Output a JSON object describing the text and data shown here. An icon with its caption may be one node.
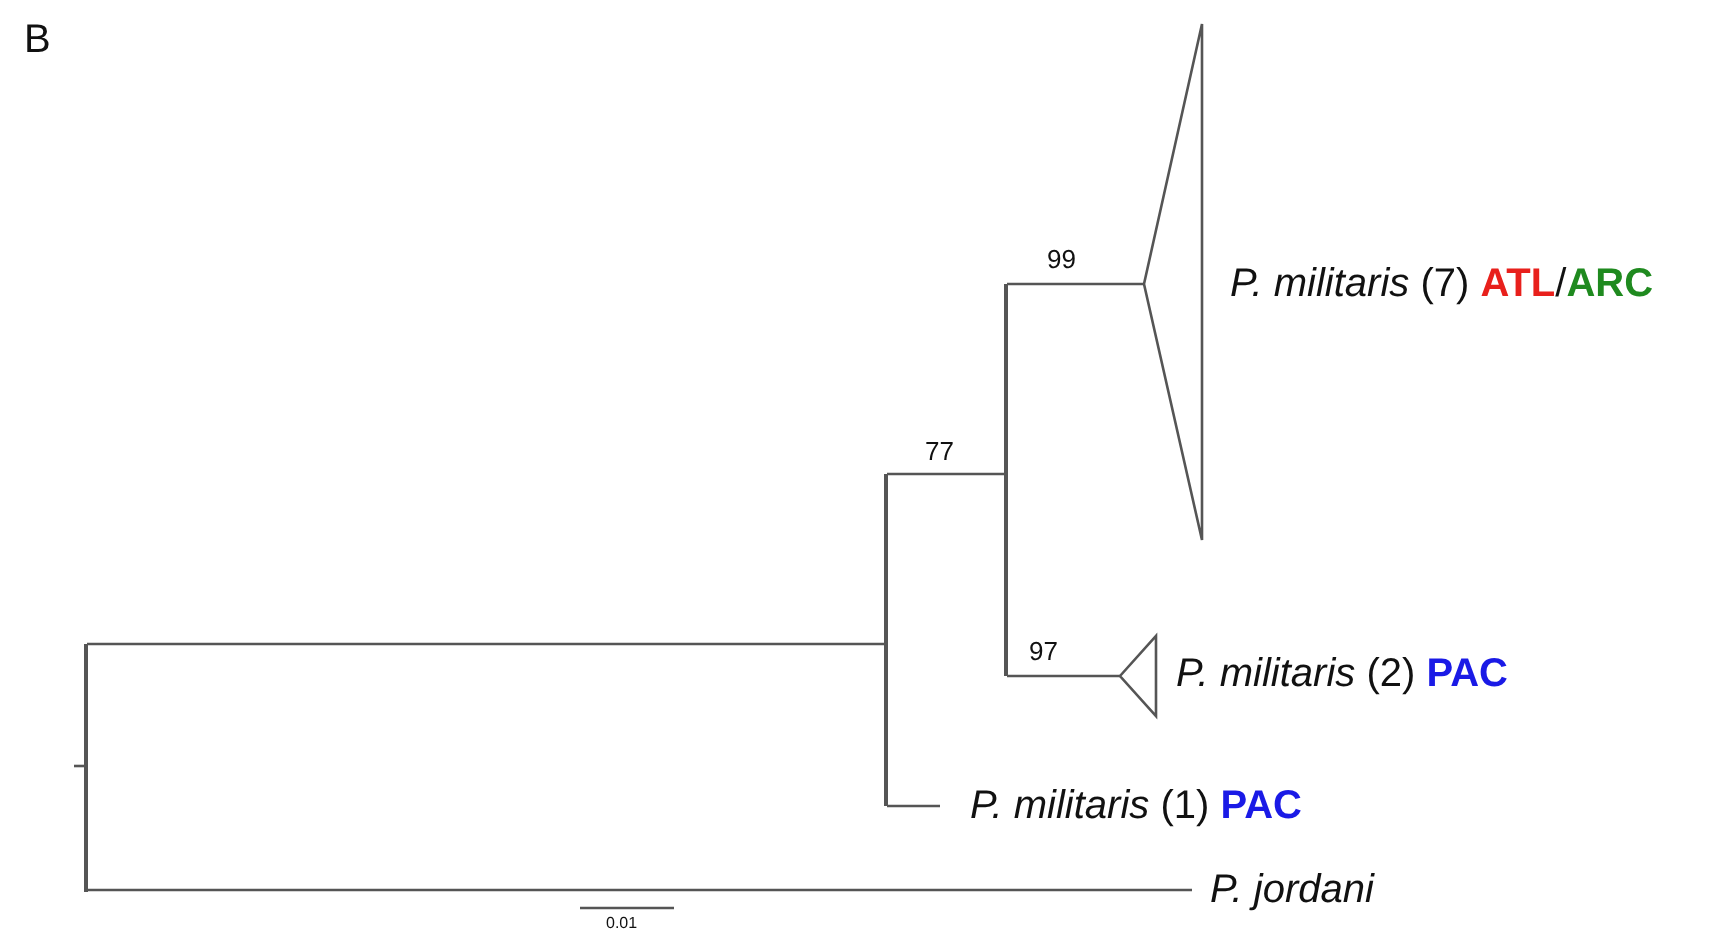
{
  "diagram": {
    "nodes": [
      {
        "text": [],
        "shape": "bar"
      },
      {
        "text": [],
        "shape": "bar"
      },
      {
        "text": [],
        "shape": "bar"
      },
      {
        "text": [],
        "shape": "triangle",
        "beside": [
          "*P. militaris* (7) **ATL**/**ARC**"
        ]
      },
      {
        "text": [],
        "shape": "triangle",
        "beside": [
          "*P. militaris* (2) **PAC**"
        ]
      },
      {
        "text": [
          "*P. militaris* (1) **PAC**"
        ]
      },
      {
        "text": [
          "P. jordani"
        ]
      }
    ],
    "edges": [
      {
        "from": null,
        "to": 0,
        "arrow": "none"
      },
      {
        "from": 0,
        "to": 1,
        "arrow": "none"
      },
      {
        "from": 0,
        "to": 6,
        "arrow": "none"
      },
      {
        "from": 1,
        "to": 2,
        "arrow": "none",
        "label": "77"
      },
      {
        "from": 1,
        "to": 5,
        "arrow": "none"
      },
      {
        "from": 2,
        "to": 3,
        "arrow": "none",
        "label": "99"
      },
      {
        "from": 2,
        "to": 4,
        "arrow": "none",
        "label": "97"
      }
    ],
    "labels": [
      "B",
      "0.01"
    ]
  }
}
